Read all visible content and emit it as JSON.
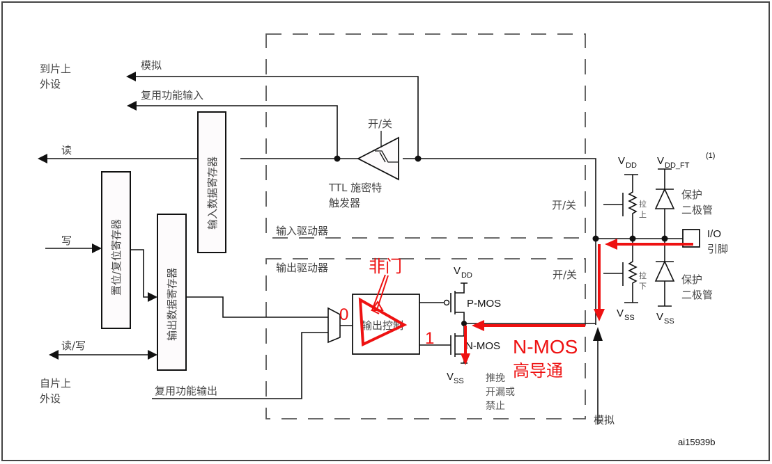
{
  "diagram": {
    "title_id": "ai15939b",
    "outer_labels": {
      "to_onchip_peripheral": [
        "到片上",
        "外设"
      ],
      "from_onchip_peripheral": [
        "自片上",
        "外设"
      ]
    },
    "signals": {
      "analog_in": "模拟",
      "alt_function_input": "复用功能输入",
      "read": "读",
      "write": "写",
      "read_write": "读/写",
      "alt_function_output": "复用功能输出",
      "analog_bottom": "模拟"
    },
    "registers": {
      "input_data_register": "输入数据寄存器",
      "bit_set_reset_register": "置位/复位寄存器",
      "output_data_register": "输出数据寄存器"
    },
    "input_driver": {
      "label": "输入驱动器",
      "schmitt_label": [
        "TTL 施密特",
        "触发器"
      ],
      "schmitt_switch": "开/关",
      "switch_label": "开/关"
    },
    "output_driver": {
      "label": "输出驱动器",
      "control_label": "输出控制",
      "switch_label": "开/关",
      "pmos": "P-MOS",
      "nmos": "N-MOS",
      "mode_label": [
        "推挽",
        "开漏或",
        "禁止"
      ],
      "vdd": "V",
      "vdd_sub": "DD",
      "vss": "V",
      "vss_sub": "SS"
    },
    "pin_section": {
      "vdd": "V",
      "vdd_sub": "DD",
      "vdd_ft": "V",
      "vdd_ft_sub": "DD_FT",
      "footnote": "(1)",
      "pull_up": [
        "拉",
        "上"
      ],
      "pull_down": [
        "拉",
        "下"
      ],
      "vss_res": "V",
      "vss_res_sub": "SS",
      "vss_diode": "V",
      "vss_diode_sub": "SS",
      "protection_diode": [
        "保护",
        "二极管"
      ],
      "io_pin": [
        "I/O",
        "引脚"
      ]
    },
    "annotations": {
      "not_gate": "非门",
      "mux_0": "0",
      "mux_1": "1",
      "nmos_title": "N-MOS",
      "nmos_desc": "高导通",
      "color": "#ee1111"
    }
  }
}
